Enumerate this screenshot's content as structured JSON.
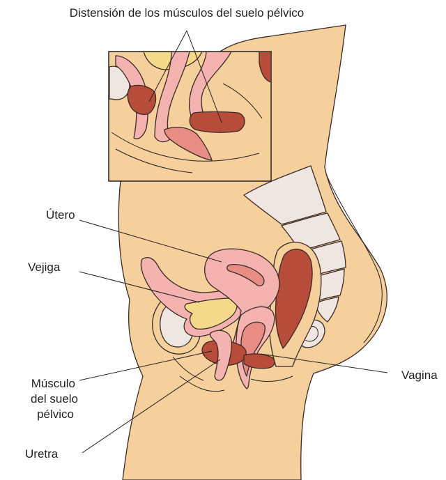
{
  "labels": {
    "title": "Distensión de los músculos del suelo pélvico",
    "utero": "Útero",
    "vejiga": "Vejiga",
    "musculo_1": "Músculo",
    "musculo_2": "del suelo",
    "musculo_3": "pélvico",
    "uretra": "Uretra",
    "vagina": "Vagina"
  },
  "colors": {
    "skin": "#f5cf9c",
    "pink": "#f4b3b1",
    "pink_dark": "#e78d86",
    "muscle": "#b84c3a",
    "bladder": "#f5d98a",
    "bone": "#f0e6e1",
    "outline": "#3a2a24",
    "text": "#231f20"
  }
}
